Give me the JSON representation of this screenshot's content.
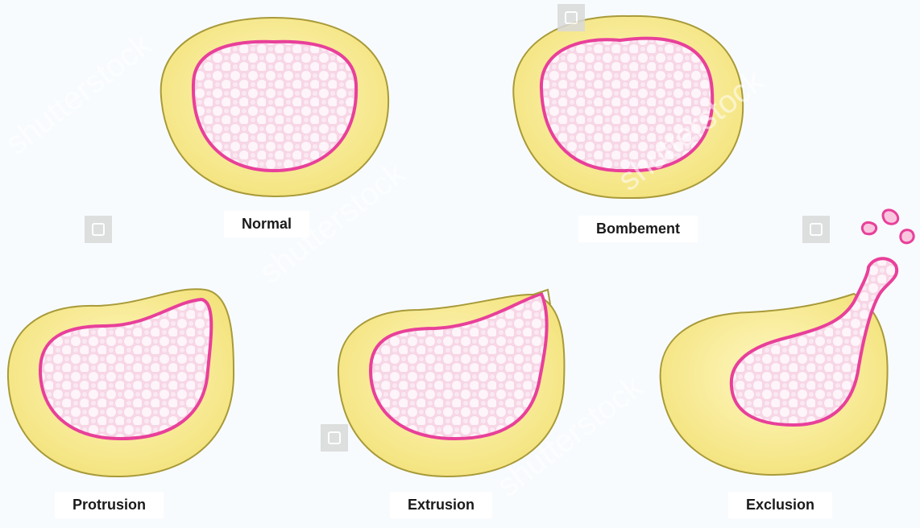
{
  "diagram": {
    "stages": [
      {
        "id": "normal",
        "label": "Normal"
      },
      {
        "id": "bombement",
        "label": "Bombement"
      },
      {
        "id": "protrusion",
        "label": "Protrusion"
      },
      {
        "id": "extrusion",
        "label": "Extrusion"
      },
      {
        "id": "exclusion",
        "label": "Exclusion"
      }
    ],
    "watermark": "shutterstock"
  },
  "colors": {
    "annulus_fill": "#f7ee9a",
    "annulus_stroke": "#a89a3a",
    "nucleus_fill": "#f8dbe9",
    "nucleus_stroke": "#e8409a",
    "bubble": "#ffffff"
  }
}
